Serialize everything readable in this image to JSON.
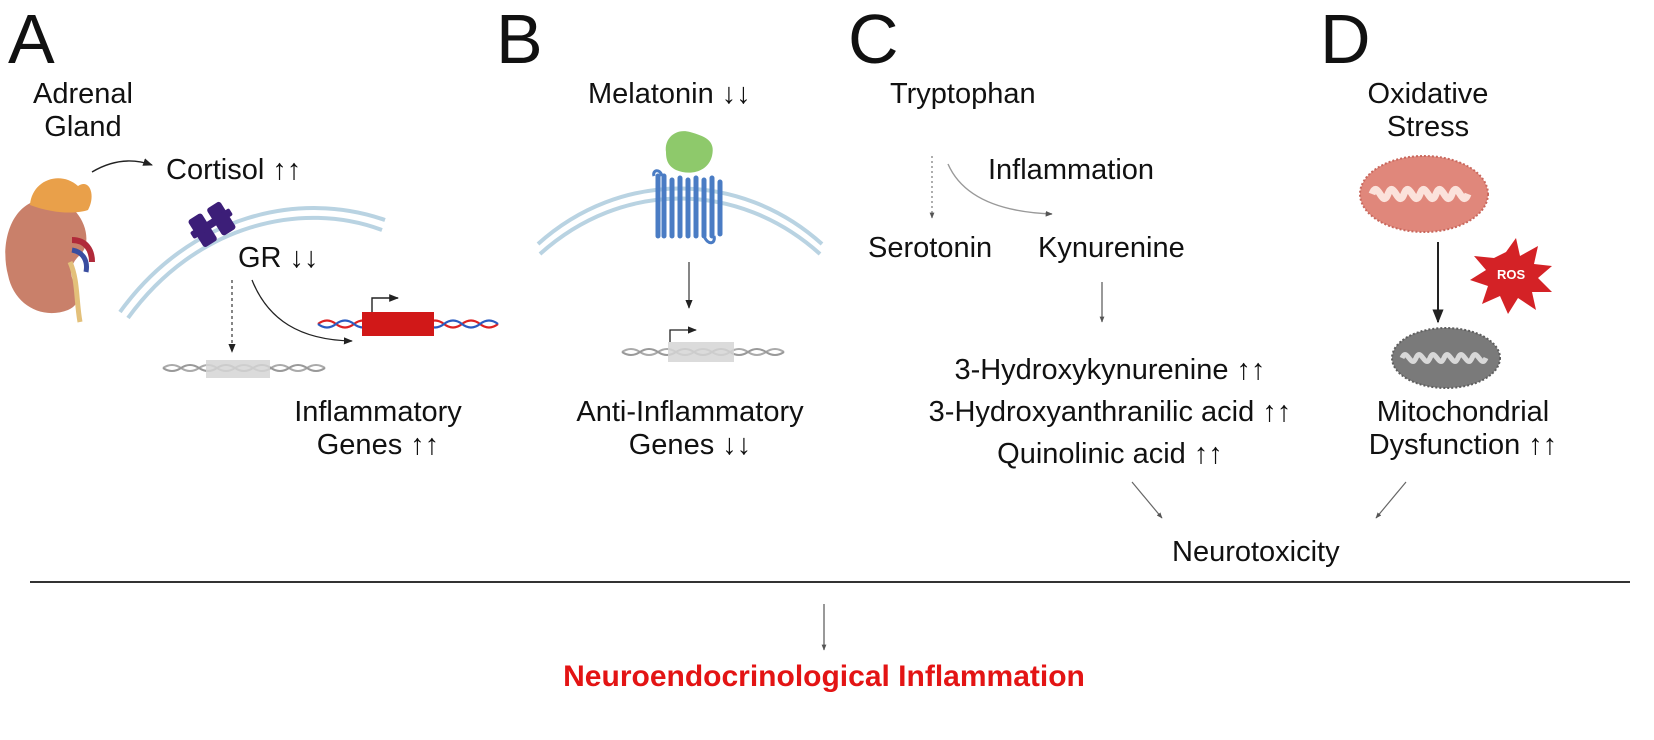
{
  "panels": {
    "A": {
      "letter": "A",
      "adrenal_label": "Adrenal Gland",
      "cortisol": "Cortisol ↑↑",
      "receptor": "GR ↓↓",
      "genes": "Inflammatory\nGenes ↑↑"
    },
    "B": {
      "letter": "B",
      "melatonin": "Melatonin ↓↓",
      "genes": "Anti-Inflammatory\nGenes ↓↓"
    },
    "C": {
      "letter": "C",
      "tryptophan": "Tryptophan",
      "inflammation": "Inflammation",
      "serotonin": "Serotonin",
      "kynurenine": "Kynurenine",
      "metabolites": [
        "3-Hydroxykynurenine ↑↑",
        "3-Hydroxyanthranilic acid ↑↑",
        "Quinolinic acid ↑↑"
      ]
    },
    "D": {
      "letter": "D",
      "oxidative": "Oxidative\nStress",
      "ros": "ROS",
      "mito": "Mitochondrial\nDysfunction ↑↑"
    }
  },
  "neurotoxicity": "Neurotoxicity",
  "outcome": "Neuroendocrinological Inflammation",
  "colors": {
    "outcome": "#e31414",
    "membrane": "#b9d3e2",
    "gr_receptor": "#3c1e78",
    "mt_receptor": "#4a7cc4",
    "melatonin": "#8ec96b",
    "gene_box": "#d11818",
    "mito_healthy": "#e0877b",
    "mito_damaged": "#7a7a7a",
    "ros_burst": "#d42226",
    "kidney": "#c9806a",
    "adrenal": "#e9a04a"
  },
  "icons": [
    "kidney-adrenal-icon",
    "glucocorticoid-receptor-icon",
    "melatonin-receptor-icon",
    "dna-icon",
    "mitochondrion-icon",
    "ros-burst-icon"
  ]
}
